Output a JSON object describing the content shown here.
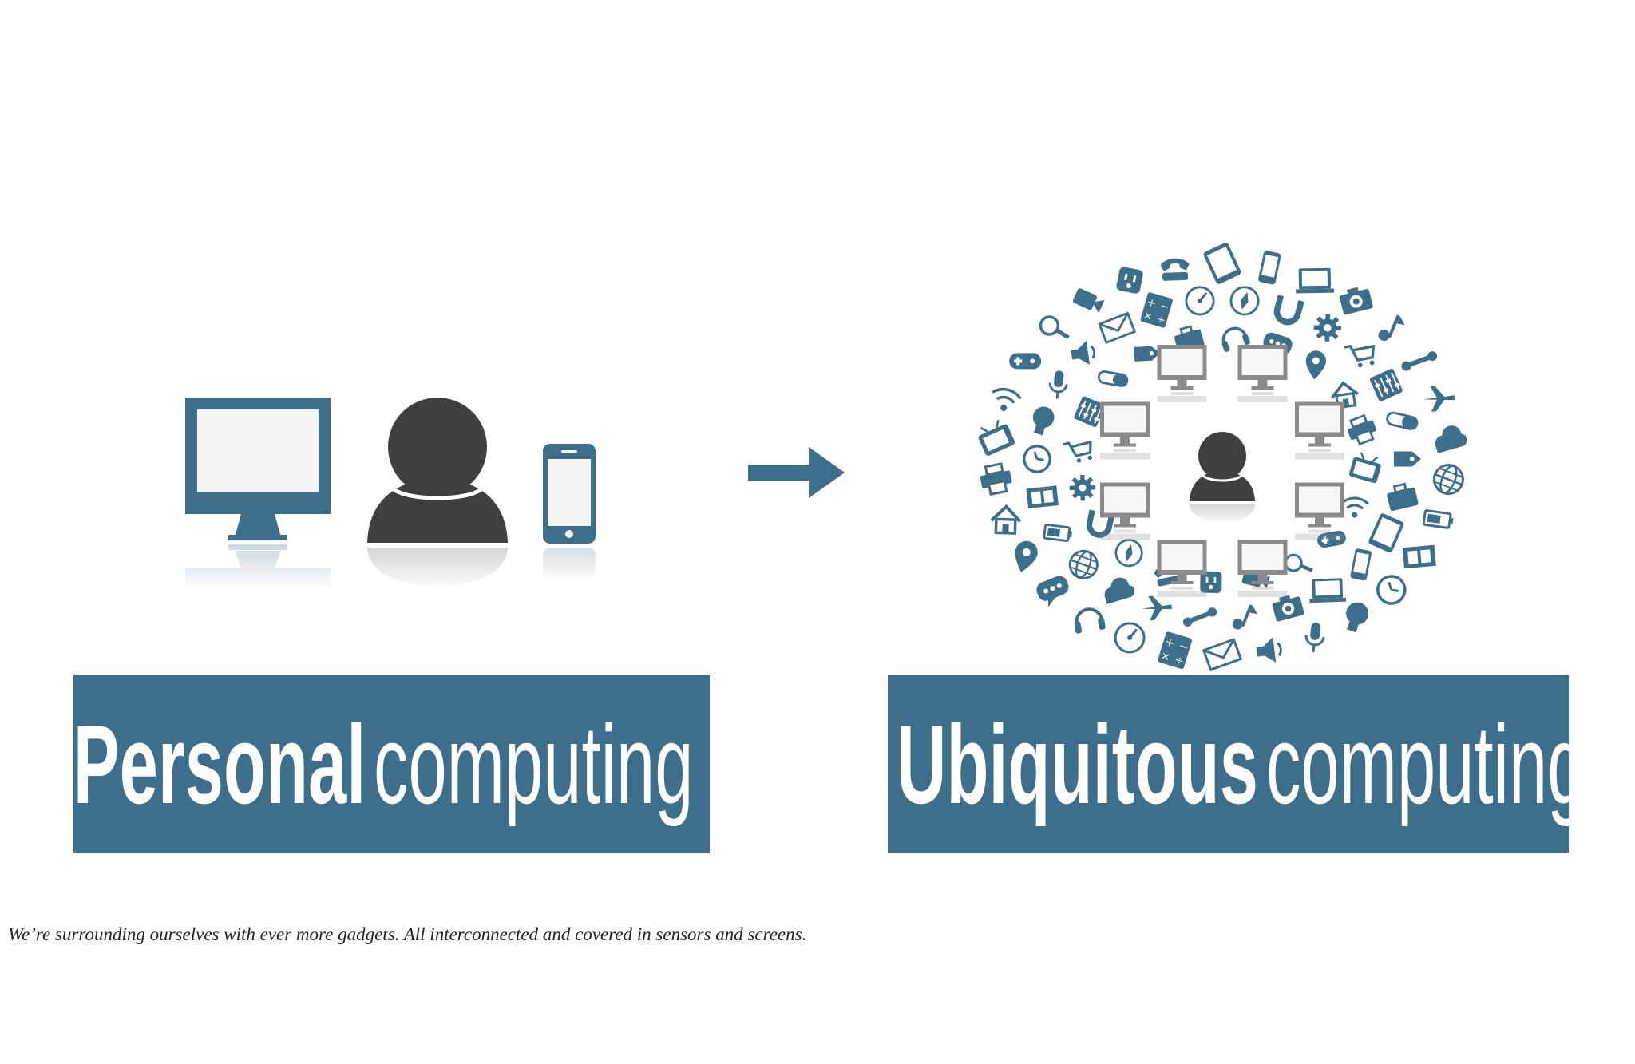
{
  "colors": {
    "accent": "#3d6e8c",
    "person": "#3f3f3f",
    "screen": "#f5f5f5",
    "device_gray": "#8a8a8a",
    "caption": "#222222"
  },
  "left_panel": {
    "label_bold": "Personal",
    "label_light": "computing",
    "icons": [
      "monitor-icon",
      "person-icon",
      "smartphone-icon"
    ]
  },
  "arrow": {
    "icon": "arrow-right-icon"
  },
  "right_panel": {
    "label_bold": "Ubiquitous",
    "label_light": "computing",
    "center_icon": "person-icon",
    "ring_icons": [
      "monitor-icon",
      "monitor-icon",
      "monitor-icon",
      "monitor-icon",
      "monitor-icon",
      "monitor-icon",
      "monitor-icon",
      "monitor-icon"
    ],
    "cloud_icons": [
      "tablet-icon",
      "smartphone-icon",
      "laptop-icon",
      "camera-icon",
      "music-note-icon",
      "wrench-icon",
      "airplane-icon",
      "cloud-icon",
      "globe-icon",
      "battery-icon",
      "film-icon",
      "clock-icon",
      "lightbulb-icon",
      "microphone-icon",
      "speaker-icon",
      "envelope-icon",
      "calculator-icon",
      "gauge-icon",
      "headphones-icon",
      "chat-bubble-icon",
      "map-pin-icon",
      "home-icon",
      "printer-icon",
      "tv-icon",
      "wifi-icon",
      "gamepad-icon",
      "magnifier-icon",
      "video-camera-icon",
      "plug-icon",
      "phone-handset-icon",
      "compass-icon",
      "magnet-icon",
      "gear-icon",
      "shopping-cart-icon",
      "mixer-icon",
      "pill-icon",
      "tag-icon",
      "briefcase-icon"
    ]
  },
  "caption": "We’re surrounding ourselves with ever more gadgets. All interconnected and covered in sensors and screens."
}
